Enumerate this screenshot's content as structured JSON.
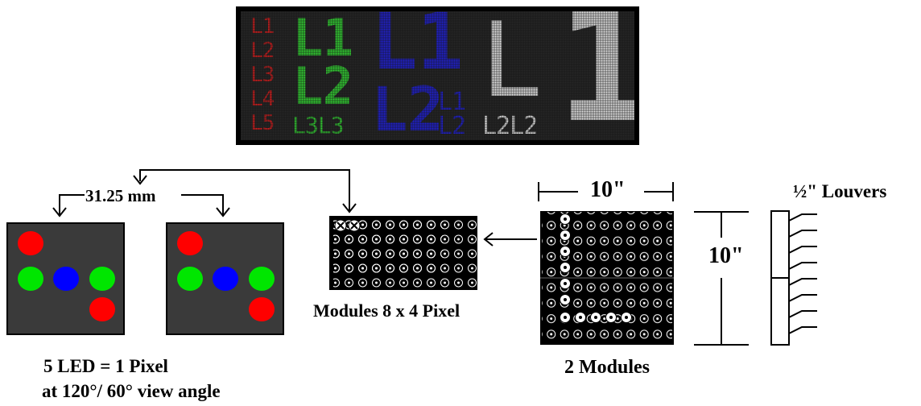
{
  "sign": {
    "red": [
      "L1",
      "L2",
      "L3",
      "L4",
      "L5"
    ],
    "green_large": [
      "L1",
      "L2"
    ],
    "green_small": "L3L3",
    "blue_large": [
      "L1",
      "L2"
    ],
    "blue_small": [
      "L1",
      "L2"
    ],
    "white_large": "L",
    "white_small": "L2L2",
    "white_huge": "1",
    "colors": {
      "red": "#c81e1e",
      "green": "#33c733",
      "blue": "#2121c7",
      "white": "#dcdcdc"
    }
  },
  "labels": {
    "pitch": "31.25 mm",
    "modules_8x4": "Modules  8 x 4 Pixel",
    "width_dim": "10\"",
    "height_dim": "10\"",
    "louvers": "½\" Louvers",
    "two_modules": "2 Modules",
    "led_pixel": "5 LED  =  1  Pixel",
    "view_angle": "at 120°/ 60° view  angle"
  },
  "led_colors": {
    "red": "#ff0000",
    "green": "#00e600",
    "blue": "#0000ff",
    "panel": "#3a3a3a"
  }
}
